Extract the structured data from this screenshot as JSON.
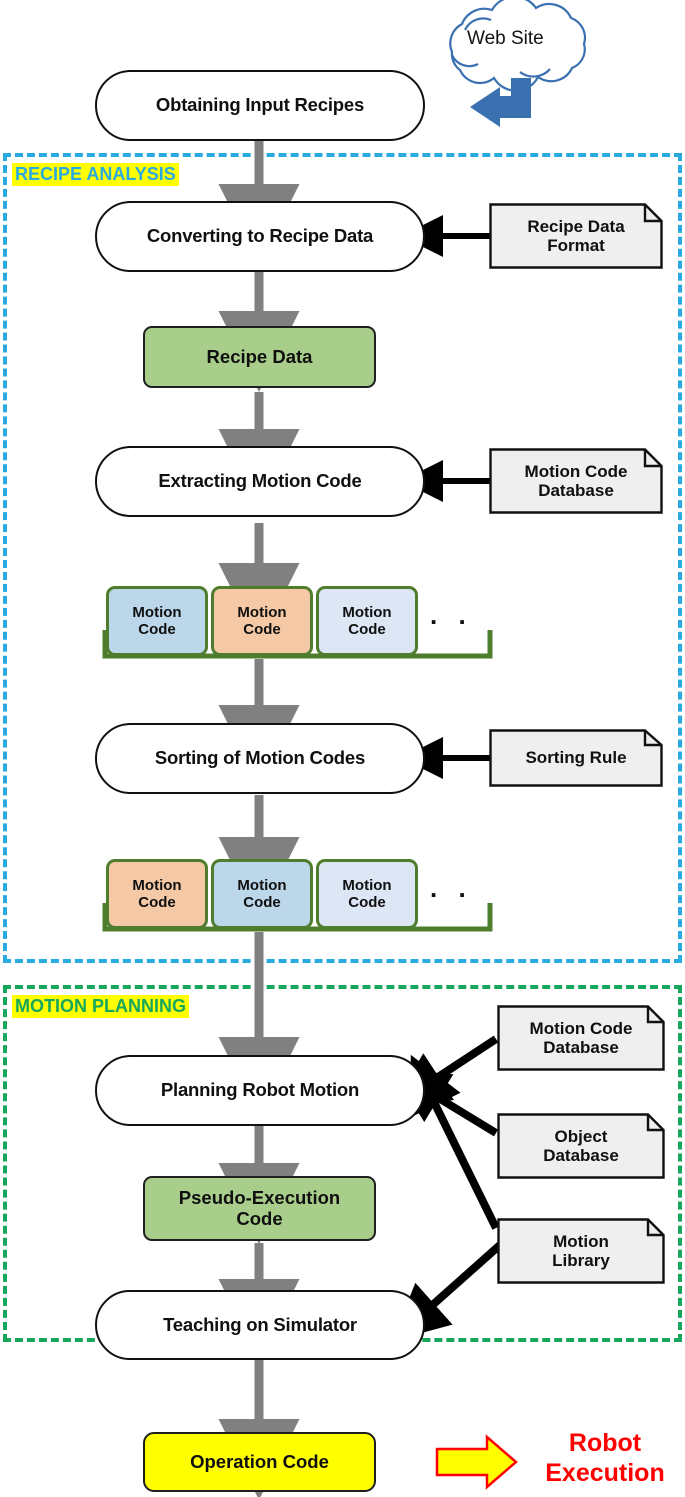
{
  "diagram": {
    "title": "Recipe-to-Robot Motion Planning Flowchart",
    "sections": [
      {
        "id": "recipe-analysis",
        "label": "RECIPE ANALYSIS",
        "color": "#29abe2",
        "highlight": "#ffff00"
      },
      {
        "id": "motion-planning",
        "label": "MOTION PLANNING",
        "color": "#16a75c",
        "highlight": "#ffff00"
      }
    ],
    "source": {
      "label": "Web Site",
      "shape": "cloud",
      "outline_color": "#3a6fb0"
    },
    "process_steps": [
      {
        "id": "obtaining-input-recipes",
        "label": "Obtaining Input Recipes"
      },
      {
        "id": "converting-to-recipe-data",
        "label": "Converting to Recipe Data"
      },
      {
        "id": "extracting-motion-code",
        "label": "Extracting Motion Code"
      },
      {
        "id": "sorting-of-motion-codes",
        "label": "Sorting of Motion Codes"
      },
      {
        "id": "planning-robot-motion",
        "label": "Planning Robot Motion"
      },
      {
        "id": "teaching-on-simulator",
        "label": "Teaching  on Simulator"
      }
    ],
    "data_nodes": [
      {
        "id": "recipe-data",
        "label": "Recipe Data",
        "fill": "#a9ce8b"
      },
      {
        "id": "pseudo-execution-code",
        "line1": "Pseudo-Execution",
        "line2": "Code",
        "fill": "#a9ce8b"
      },
      {
        "id": "operation-code",
        "label": "Operation Code",
        "fill": "#ffff00"
      }
    ],
    "reference_docs": [
      {
        "id": "recipe-data-format",
        "line1": "Recipe Data",
        "line2": "Format"
      },
      {
        "id": "motion-code-database-1",
        "line1": "Motion Code",
        "line2": "Database"
      },
      {
        "id": "sorting-rule",
        "line1": "Sorting Rule",
        "line2": ""
      },
      {
        "id": "motion-code-database-2",
        "line1": "Motion Code",
        "line2": "Database"
      },
      {
        "id": "object-database",
        "line1": "Object",
        "line2": "Database"
      },
      {
        "id": "motion-library",
        "line1": "Motion",
        "line2": "Library"
      }
    ],
    "motion_code_rows": [
      {
        "id": "unsorted-motion-codes",
        "chips": [
          {
            "line1": "Motion",
            "line2": "Code",
            "fill": "#bcd6ea"
          },
          {
            "line1": "Motion",
            "line2": "Code",
            "fill": "#f5c9a6"
          },
          {
            "line1": "Motion",
            "line2": "Code",
            "fill": "#dce6f4"
          }
        ],
        "ellipsis": ". ."
      },
      {
        "id": "sorted-motion-codes",
        "chips": [
          {
            "line1": "Motion",
            "line2": "Code",
            "fill": "#f5c9a6"
          },
          {
            "line1": "Motion",
            "line2": "Code",
            "fill": "#bcd6ea"
          },
          {
            "line1": "Motion",
            "line2": "Code",
            "fill": "#dce6f4"
          }
        ],
        "ellipsis": ". ."
      }
    ],
    "result": {
      "label_line1": "Robot",
      "label_line2": "Execution",
      "color": "#ff0000",
      "arrow_fill": "#ffff00",
      "arrow_stroke": "#ff0000"
    },
    "colors": {
      "flow_arrow": "#808080",
      "ref_arrow": "#000000",
      "web_arrow": "#3a6fb0",
      "bracket": "#4f7d2e",
      "doc_fill": "#efefef"
    }
  }
}
